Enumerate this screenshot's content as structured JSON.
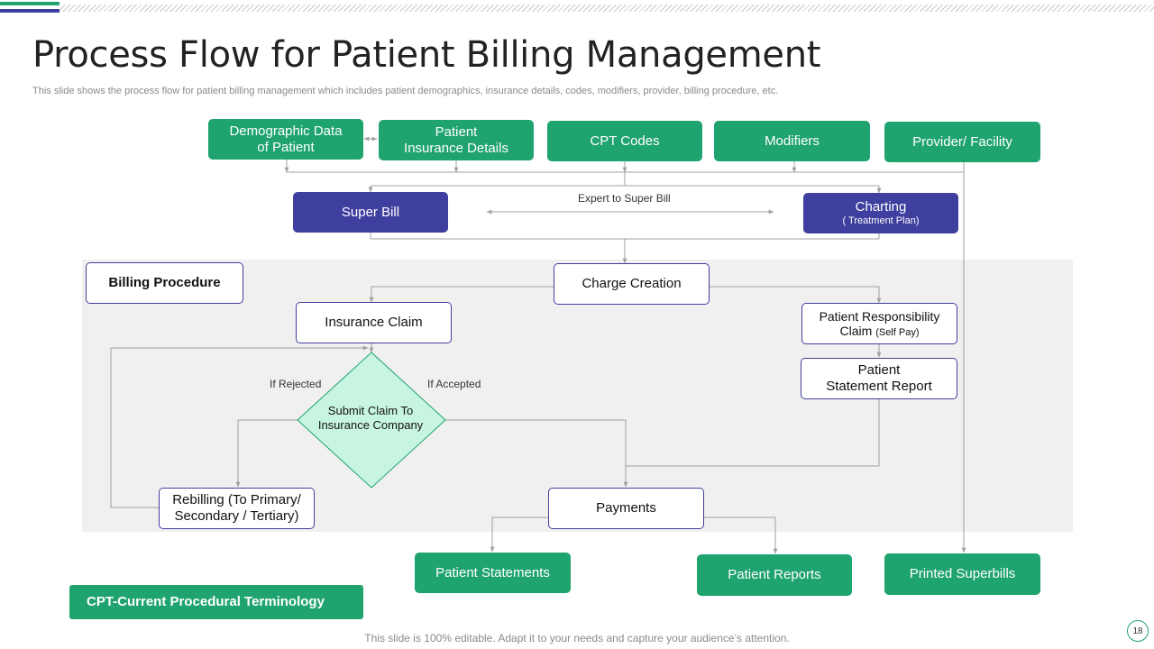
{
  "slide": {
    "title": "Process Flow for Patient Billing Management",
    "subtitle": "This slide shows the process flow for patient billing management which includes patient demographics, insurance details, codes, modifiers, provider, billing procedure, etc.",
    "footer": "This slide is 100% editable. Adapt it to your needs and capture your audience’s attention.",
    "page_number": "18"
  },
  "inputs": {
    "demographic": [
      "Demographic Data",
      "of Patient"
    ],
    "insurance_details": [
      "Patient",
      "Insurance Details"
    ],
    "cpt_codes": "CPT Codes",
    "modifiers": "Modifiers",
    "provider": "Provider/ Facility"
  },
  "middle": {
    "super_bill": "Super Bill",
    "charting": "Charting",
    "charting_sub": "( Treatment Plan)",
    "expert_label": "Expert to Super Bill"
  },
  "procedure": {
    "section_label": "Billing Procedure",
    "charge_creation": "Charge Creation",
    "insurance_claim": "Insurance Claim",
    "submit_claim": [
      "Submit Claim To",
      "Insurance Company"
    ],
    "if_rejected": "If Rejected",
    "if_accepted": "If Accepted",
    "rebilling": [
      "Rebilling  (To Primary/",
      "Secondary / Tertiary)"
    ],
    "payments": "Payments",
    "patient_responsibility": "Patient Responsibility",
    "claim_prefix": "Claim",
    "self_pay": "(Self Pay)",
    "patient_statement_report": [
      "Patient",
      "Statement Report"
    ]
  },
  "outputs": {
    "patient_statements": "Patient Statements",
    "patient_reports": "Patient Reports",
    "printed_superbills": "Printed Superbills"
  },
  "legend": {
    "cpt": "CPT-Current Procedural Terminology"
  },
  "colors": {
    "green": "#1fa36f",
    "blue": "#3f3f9f",
    "diamond_fill": "#c8f5e2",
    "connector": "#a0a0a0",
    "panel": "#f0f0f0"
  }
}
